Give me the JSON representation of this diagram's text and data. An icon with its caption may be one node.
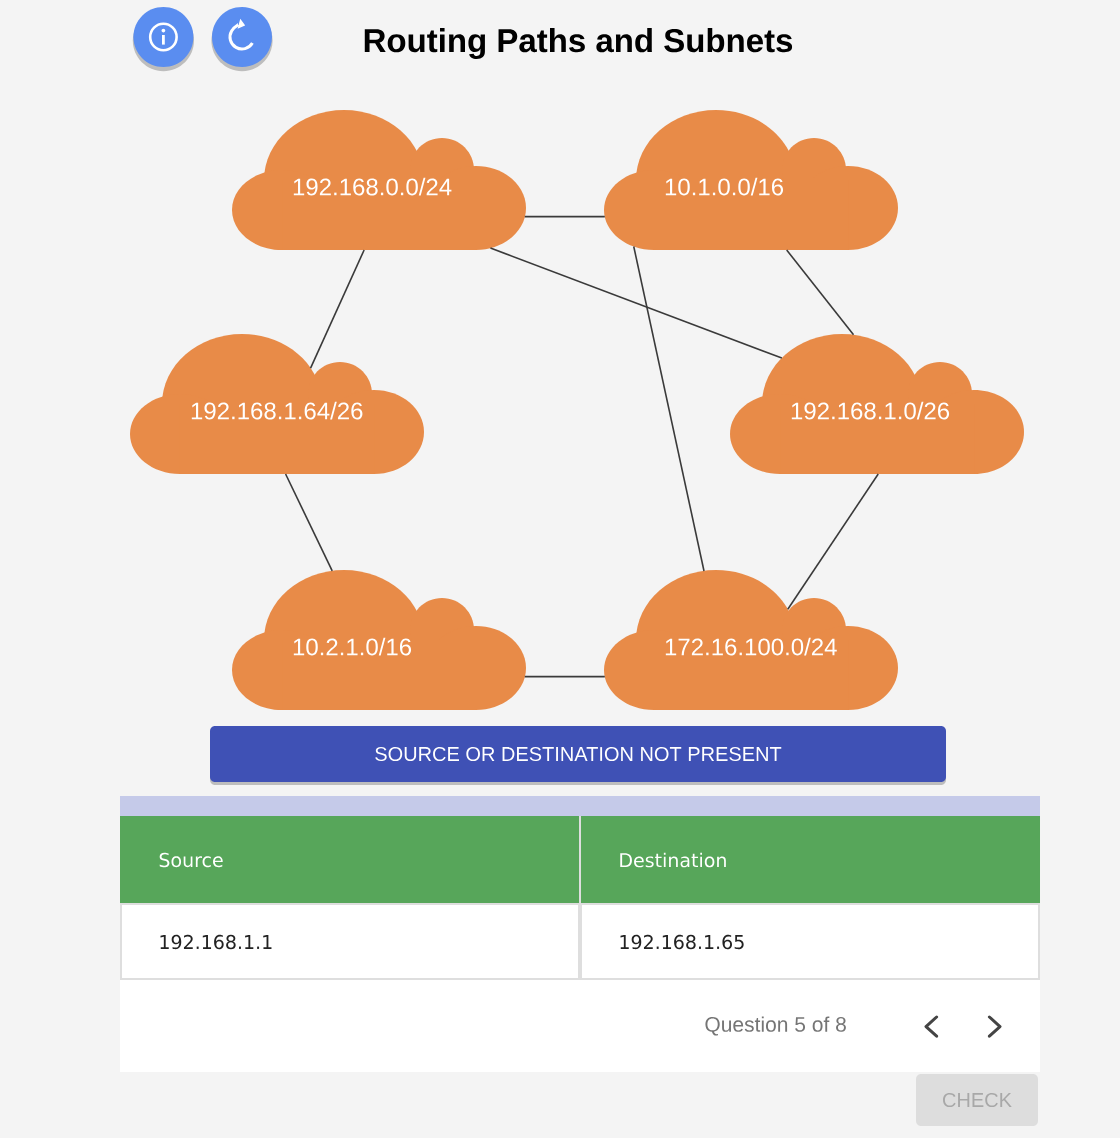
{
  "diagram": {
    "title": "Routing Paths and Subnets",
    "nodes": [
      {
        "text": [
          "192.168.0.0/24"
        ]
      },
      {
        "text": [
          "10.1.0.0/16"
        ]
      },
      {
        "text": [
          "192.168.1.64/26"
        ]
      },
      {
        "text": [
          "192.168.1.0/26"
        ]
      },
      {
        "text": [
          "10.2.1.0/16"
        ]
      },
      {
        "text": [
          "172.16.100.0/24"
        ]
      }
    ],
    "edges": [
      {
        "from": 0,
        "to": 1,
        "arrow": "none"
      },
      {
        "from": 0,
        "to": 2,
        "arrow": "none"
      },
      {
        "from": 0,
        "to": 3,
        "arrow": "none"
      },
      {
        "from": 1,
        "to": 3,
        "arrow": "none"
      },
      {
        "from": 1,
        "to": 5,
        "arrow": "none"
      },
      {
        "from": 2,
        "to": 4,
        "arrow": "none"
      },
      {
        "from": 3,
        "to": 5,
        "arrow": "none"
      },
      {
        "from": 4,
        "to": 5,
        "arrow": "none"
      }
    ],
    "labels": [
      "SOURCE OR DESTINATION NOT PRESENT",
      "Source",
      "Destination",
      "192.168.1.1",
      "192.168.1.65",
      "Question 5 of 8",
      "CHECK"
    ]
  }
}
